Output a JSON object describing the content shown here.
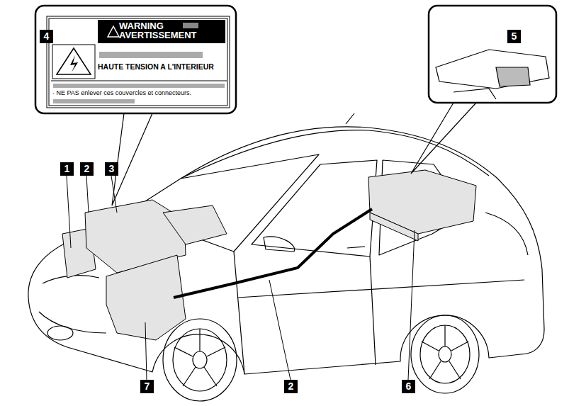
{
  "diagram": {
    "nodes": [
      {
        "text": [
          "WARNING AVERTISSEMENT",
          "HAUTE TENSION A L'INTERIEUR",
          "· NE PAS enlever ces couvercles et connecteurs."
        ]
      }
    ],
    "labels": [
      "4",
      "5",
      "1",
      "2",
      "3",
      "7",
      "2",
      "6"
    ]
  }
}
